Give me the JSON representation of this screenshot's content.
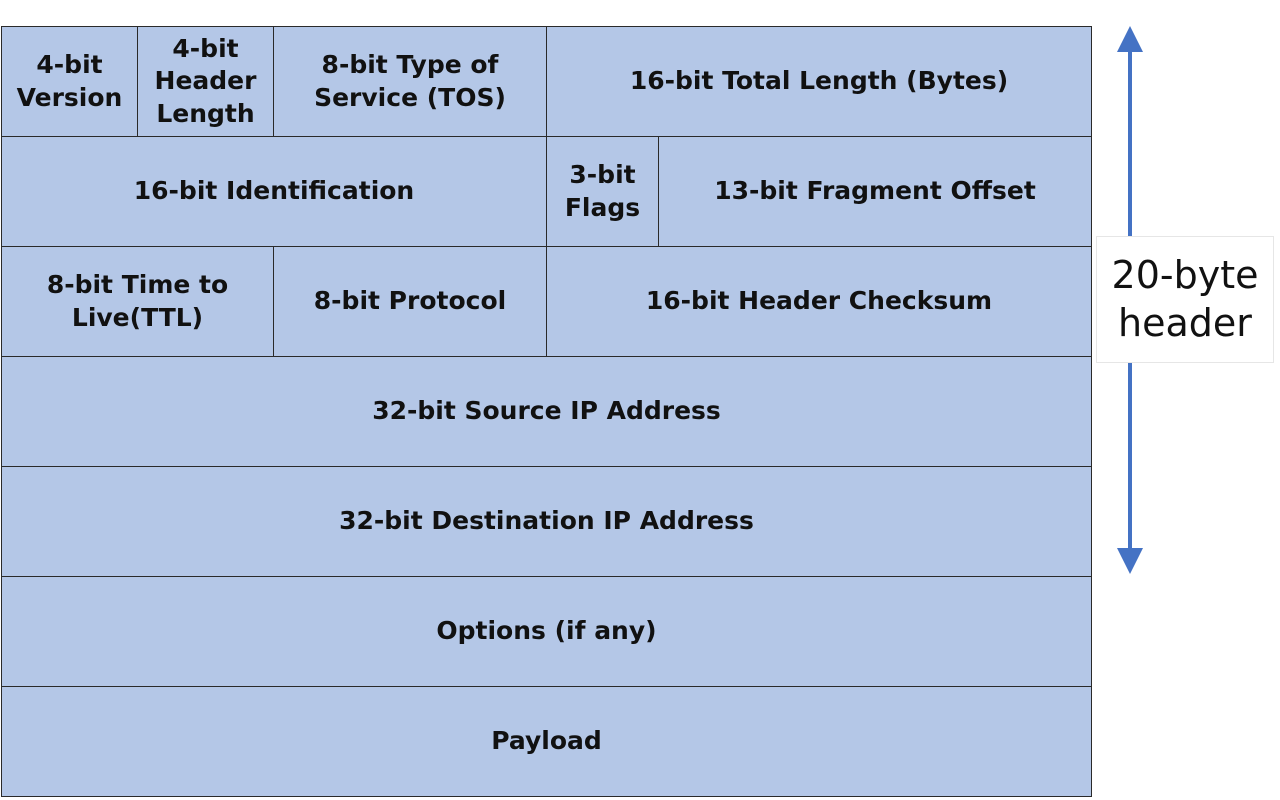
{
  "rows": [
    {
      "fields": [
        {
          "label": "4-bit Version"
        },
        {
          "label": "4-bit Header Length"
        },
        {
          "label": "8-bit Type of Service (TOS)"
        },
        {
          "label": "16-bit Total Length (Bytes)"
        }
      ]
    },
    {
      "fields": [
        {
          "label": "16-bit Identification"
        },
        {
          "label": "3-bit Flags"
        },
        {
          "label": "13-bit Fragment Offset"
        }
      ]
    },
    {
      "fields": [
        {
          "label": "8-bit Time to Live(TTL)"
        },
        {
          "label": "8-bit Protocol"
        },
        {
          "label": "16-bit Header Checksum"
        }
      ]
    },
    {
      "fields": [
        {
          "label": "32-bit Source IP Address"
        }
      ]
    },
    {
      "fields": [
        {
          "label": "32-bit Destination IP Address"
        }
      ]
    },
    {
      "fields": [
        {
          "label": "Options (if any)"
        }
      ]
    },
    {
      "fields": [
        {
          "label": "Payload"
        }
      ]
    }
  ],
  "header_annotation": {
    "line1": "20-byte",
    "line2": "header"
  },
  "colors": {
    "cell_fill": "#b4c7e7",
    "cell_border": "#2a2a2a",
    "arrow": "#4472c4"
  }
}
